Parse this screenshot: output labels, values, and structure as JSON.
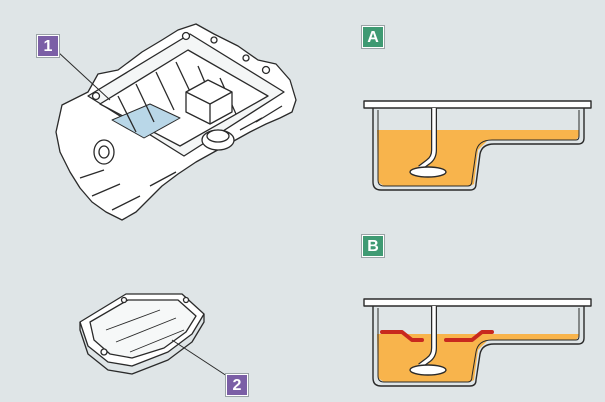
{
  "callouts": {
    "part_1": "1",
    "part_2": "2",
    "view_a": "A",
    "view_b": "B"
  },
  "colors": {
    "background": "#dfe5e7",
    "oil": "#f8b44c",
    "baffle": "#c8281e",
    "number_tag": "#7b5fa6",
    "letter_tag": "#3f9a73",
    "line": "#2a2a2a",
    "highlight": "#b9d7e8"
  },
  "icons": {
    "engine_block": "engine-block-lower-illustration",
    "oil_pan": "oil-pan-illustration",
    "sump_a": "oil-pan-cross-section-without-baffle",
    "sump_b": "oil-pan-cross-section-with-baffle"
  }
}
